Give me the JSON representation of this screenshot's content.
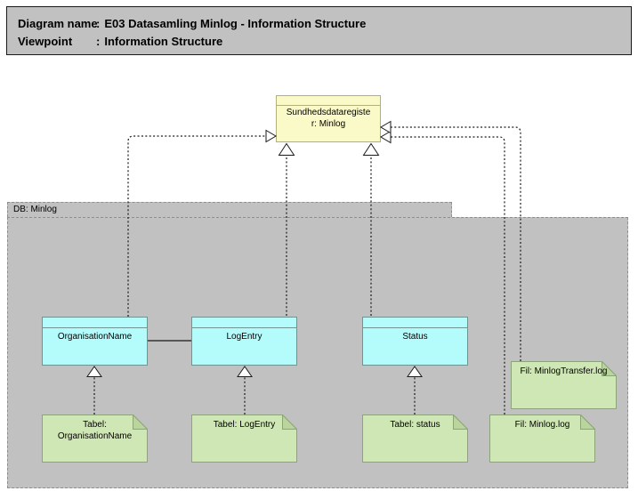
{
  "header": {
    "rows": [
      {
        "label": "Diagram name",
        "colon": ":",
        "value": "E03 Datasamling Minlog - Information Structure"
      },
      {
        "label": "Viewpoint",
        "colon": ":",
        "value": "Information Structure"
      }
    ]
  },
  "diagram": {
    "container": {
      "label": "DB: Minlog"
    },
    "register": {
      "label": "Sundhedsdataregister: Minlog"
    },
    "entities": [
      {
        "label": "OrganisationName"
      },
      {
        "label": "LogEntry"
      },
      {
        "label": "Status"
      }
    ],
    "notes": [
      {
        "label": "Tabel: OrganisationName"
      },
      {
        "label": "Tabel: LogEntry"
      },
      {
        "label": "Tabel: status"
      },
      {
        "label": "Fil: Minlog.log"
      },
      {
        "label": "Fil: MinlogTransfer.log"
      }
    ],
    "colors": {
      "header_fill": "#C1C1C1",
      "container_fill": "#C1C1C1",
      "container_border": "#8F8F8F",
      "register_fill": "#FAFAC9",
      "register_border": "#B3B177",
      "entity_fill": "#B4FCFC",
      "entity_border": "#6E9494",
      "note_fill": "#CFE6B5",
      "note_fold": "#BAD59C",
      "note_border": "#8BA578",
      "connector": "#1A1A1A"
    }
  }
}
